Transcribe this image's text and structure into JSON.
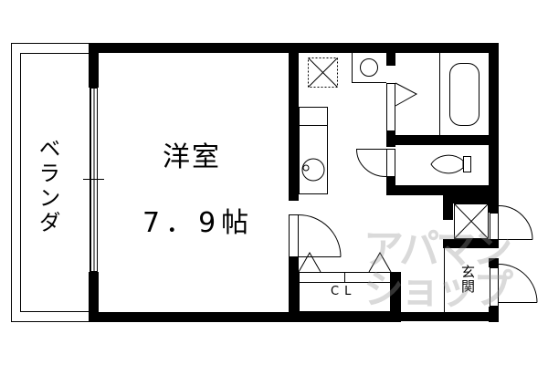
{
  "floor_plan": {
    "rooms": {
      "western_room": {
        "name": "洋室",
        "size": "7.9帖",
        "size_display": "7．9帖"
      },
      "balcony": {
        "name": "ベランダ"
      },
      "closet": {
        "name": "CL"
      },
      "entrance": {
        "name": "玄関"
      }
    },
    "fixtures": [
      "washing-machine-space",
      "refrigerator-space",
      "kitchen-sink",
      "bathtub",
      "toilet",
      "shoe-cabinet",
      "wash-basin"
    ],
    "watermark": {
      "text": "アパマンショップ"
    },
    "colors": {
      "wall": "#000000",
      "background": "#ffffff",
      "watermark": "#969696"
    }
  }
}
